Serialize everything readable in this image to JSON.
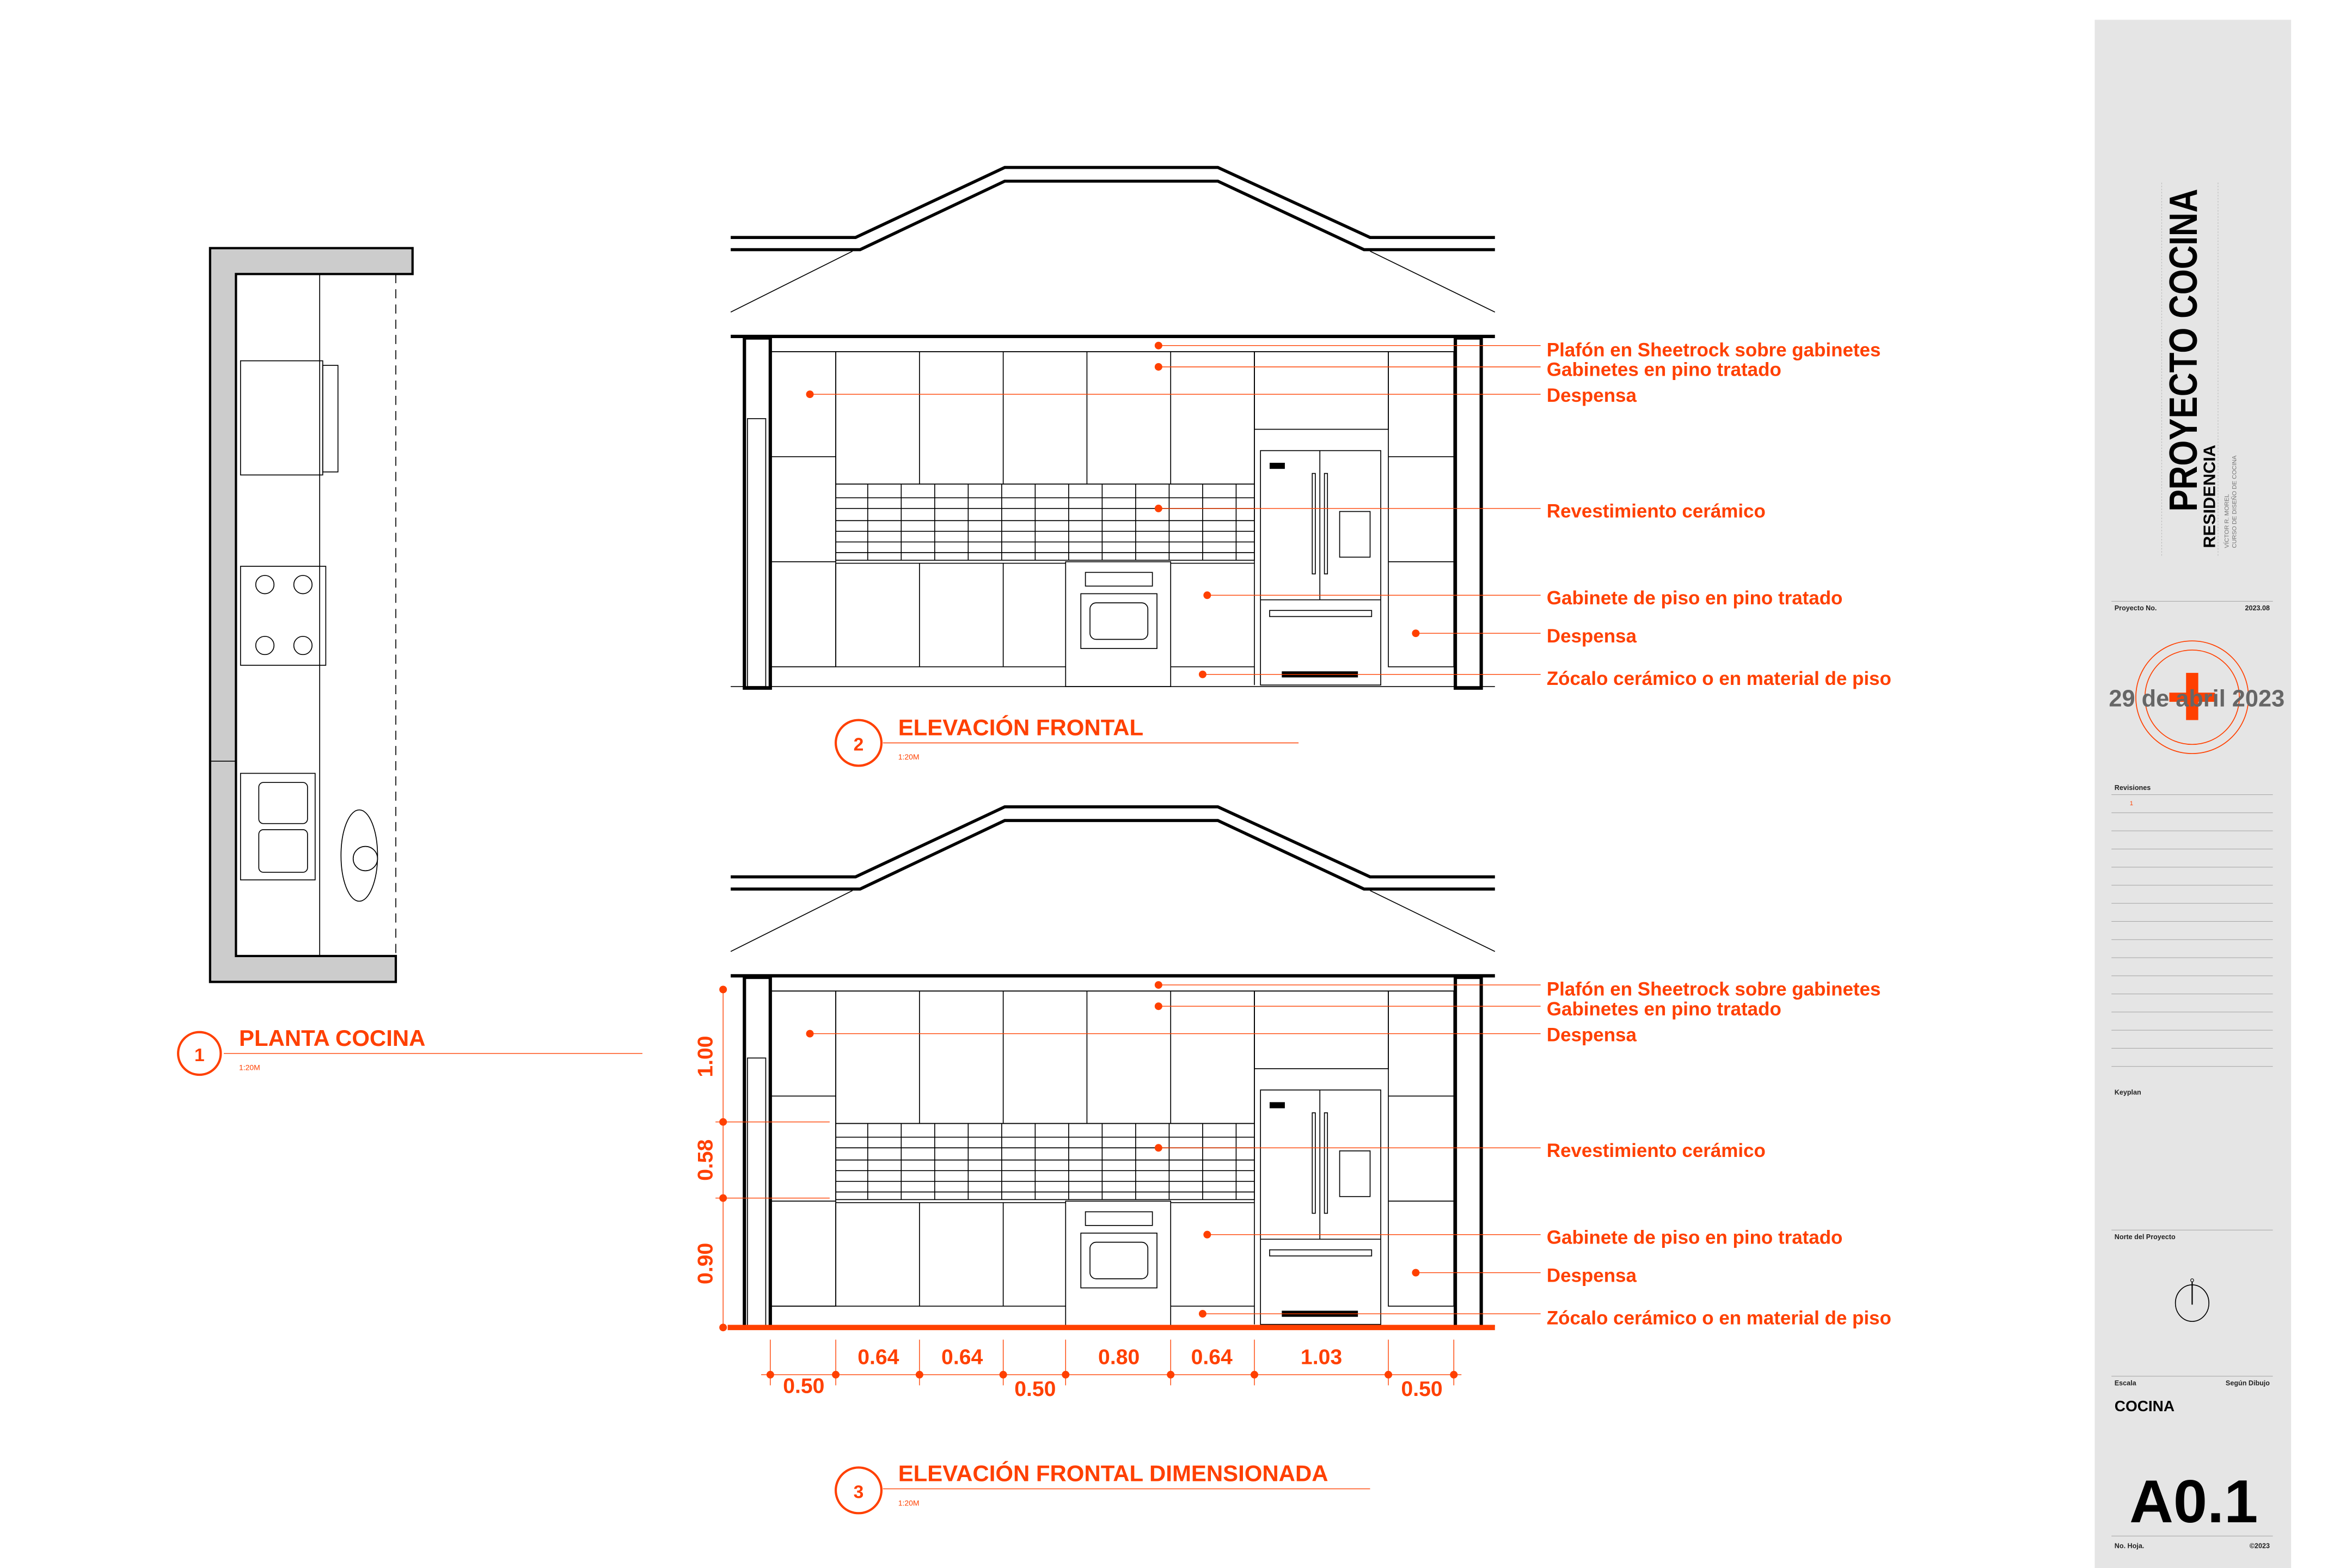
{
  "plan": {
    "number": "1",
    "title": "PLANTA COCINA",
    "scale": "1:20M"
  },
  "elevation_front": {
    "number": "2",
    "title": "ELEVACIÓN FRONTAL",
    "scale": "1:20M",
    "callouts": [
      "Plafón en Sheetrock sobre gabinetes",
      "Gabinetes en pino tratado",
      "Despensa",
      "Revestimiento cerámico",
      "Gabinete de piso en pino tratado",
      "Despensa",
      "Zócalo cerámico o en material de piso"
    ]
  },
  "elevation_dimensioned": {
    "number": "3",
    "title": "ELEVACIÓN FRONTAL DIMENSIONADA",
    "scale": "1:20M",
    "callouts": [
      "Plafón en Sheetrock sobre gabinetes",
      "Gabinetes en pino tratado",
      "Despensa",
      "Revestimiento cerámico",
      "Gabinete de piso en pino tratado",
      "Despensa",
      "Zócalo cerámico o en material de piso"
    ],
    "vertical_dims": [
      "1.00",
      "0.58",
      "0.90"
    ],
    "horizontal_dims_upper": [
      "0.64",
      "0.64",
      "0.80",
      "0.64",
      "1.03"
    ],
    "horizontal_dims_lower": [
      "0.50",
      "0.50",
      "0.50"
    ]
  },
  "title_block": {
    "project": "PROYECTO COCINA",
    "subtitle": "RESIDENCIA",
    "author": "VÍCTOR R. MOREL",
    "course": "CURSO DE DISEÑO DE COCINA",
    "project_no_label": "Proyecto No.",
    "project_no": "2023.08",
    "date": "29 de abril 2023",
    "revisions_label": "Revisiones",
    "revision_1": "1",
    "keyplan_label": "Keyplan",
    "north_label": "Norte del Proyecto",
    "scale_label": "Escala",
    "scale_value": "Según Dibujo",
    "sheet_name": "COCINA",
    "sheet_number": "A0.1",
    "sheet_no_label": "No. Hoja.",
    "copyright": "©2023"
  },
  "colors": {
    "accent": "#ff4000",
    "panel": "#e5e5e5"
  }
}
